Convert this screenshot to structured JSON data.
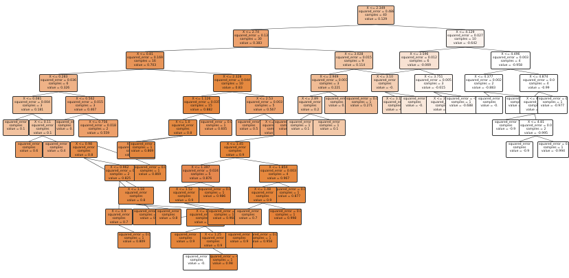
{
  "nodes": [
    {
      "id": "n1",
      "lines": [
        "X <= 2.349",
        "squared_error = 0.488",
        "samples = 40",
        "value = 0.129"
      ],
      "fill": "#f2c29f"
    },
    {
      "id": "n2",
      "lines": [
        "X <= 2.74",
        "squared_error = 0.13",
        "samples = 30",
        "value = 0.383"
      ],
      "fill": "#eda26e"
    },
    {
      "id": "n3",
      "lines": [
        "X <= 4.129",
        "squared_error = 0.027",
        "samples = 10",
        "value = -0.642"
      ],
      "fill": "#fbf3ee"
    },
    {
      "id": "n4",
      "lines": [
        "X <= 0.81",
        "squared_error = 0.169",
        "samples = 16",
        "value = 0.703"
      ],
      "fill": "#e89559"
    },
    {
      "id": "n5",
      "lines": [
        "X <= 3.028",
        "squared_error = 0.015",
        "samples = 9",
        "value = 0.114"
      ],
      "fill": "#f2c6a5"
    },
    {
      "id": "n6",
      "lines": [
        "X <= 3.596",
        "squared_error = 0.012",
        "samples = 6",
        "value = -0.069"
      ],
      "fill": "#f8e2d3"
    },
    {
      "id": "n7",
      "lines": [
        "X <= 4.496",
        "squared_error = 0.003",
        "samples = 4",
        "value = -0.958"
      ],
      "fill": "#ffffff"
    },
    {
      "id": "n8",
      "lines": [
        "X <= 0.283",
        "squared_error = 0.036",
        "samples = 6",
        "value = 0.326"
      ],
      "fill": "#efb287"
    },
    {
      "id": "n9",
      "lines": [
        "X <= 2.328",
        "squared_error = 0.044",
        "samples = 10",
        "value = 0.83"
      ],
      "fill": "#e5893f"
    },
    {
      "id": "n10",
      "lines": [
        "X <= 2.949",
        "squared_error = 0.003",
        "samples = 3",
        "value = 0.221"
      ],
      "fill": "#f0bc95"
    },
    {
      "id": "n11",
      "lines": [
        "X <= 3.10",
        "squared_error",
        "samples",
        "value = -0."
      ],
      "fill": "#f4d0b6"
    },
    {
      "id": "n12",
      "lines": [
        "X <= 3.751",
        "squared_error = 0.005",
        "samples = 3",
        "value = -0.615"
      ],
      "fill": "#fdf6f1"
    },
    {
      "id": "n13",
      "lines": [
        "X <= 4.377",
        "squared_error = 0.002",
        "samples = 2",
        "value = -0.883"
      ],
      "fill": "#ffffff"
    },
    {
      "id": "n14",
      "lines": [
        "X <= 4.874",
        "squared_error = 0.0",
        "samples = 4",
        "value = -0.99"
      ],
      "fill": "#ffffff"
    },
    {
      "id": "n15",
      "lines": [
        "X <= 0.081",
        "squared_error = 0.004",
        "samples = 3",
        "value = 0.181"
      ],
      "fill": "#f1bf98"
    },
    {
      "id": "n16",
      "lines": [
        "X <= 0.562",
        "squared_error = 0.015",
        "samples = 3",
        "value = 0.467"
      ],
      "fill": "#eea677"
    },
    {
      "id": "n17",
      "lines": [
        "X <= 1.126",
        "squared_error = 0.035",
        "samples = 15",
        "value = 0.882"
      ],
      "fill": "#e5863d"
    },
    {
      "id": "n18",
      "lines": [
        "X <= 2.53",
        "squared_error = 0.003",
        "samples = 5",
        "value = 0.567"
      ],
      "fill": "#eda26e"
    },
    {
      "id": "n19",
      "lines": [
        "X <= 2.89",
        "squared_error",
        "samples",
        "value = 0.2"
      ],
      "fill": "#f1c09c"
    },
    {
      "id": "n20",
      "lines": [
        "squared_error",
        "samples",
        "value = 0."
      ],
      "fill": "#f3c7a8"
    },
    {
      "id": "n21",
      "lines": [
        "squared_error = 0.0",
        "samples = 1",
        "value = 0.271"
      ],
      "fill": "#f0bc96"
    },
    {
      "id": "n22",
      "lines": [
        "X <= 3.17",
        "squared_error",
        "samples",
        "value = -0."
      ],
      "fill": "#f7dcc8"
    },
    {
      "id": "n23",
      "lines": [
        "squared_error",
        "samples",
        "value = -0."
      ],
      "fill": "#f9e8db"
    },
    {
      "id": "n24",
      "lines": [
        "X <= 3.88",
        "squared_error",
        "samples",
        "value = -0."
      ],
      "fill": "#fbf1ea"
    },
    {
      "id": "n25",
      "lines": [
        "squared_error = -0.0",
        "samples = 1",
        "value = -0.688"
      ],
      "fill": "#fefaf7"
    },
    {
      "id": "n26",
      "lines": [
        "squared_error",
        "samples",
        "value = -0."
      ],
      "fill": "#ffffff"
    },
    {
      "id": "n27",
      "lines": [
        "squared_error = 0.0",
        "samples = 1",
        "value = -0.877"
      ],
      "fill": "#ffffff"
    },
    {
      "id": "n28",
      "lines": [
        "X <= 4.65",
        "squared_error",
        "samples",
        "value = -0."
      ],
      "fill": "#ffffff"
    },
    {
      "id": "n29",
      "lines": [
        "squared_error = 0.0",
        "samples = 1",
        "value = -0.977"
      ],
      "fill": "#ffffff"
    },
    {
      "id": "n30",
      "lines": [
        "squared_error",
        "samples",
        "value = 0.1"
      ],
      "fill": "#f2c29f"
    },
    {
      "id": "n31",
      "lines": [
        "X <= 0.11",
        "squared_error",
        "samples",
        "value = 0.1"
      ],
      "fill": "#f2c5a3"
    },
    {
      "id": "n32",
      "lines": [
        "squared_error",
        "samples",
        "value = 0."
      ],
      "fill": "#f0b991"
    },
    {
      "id": "n33",
      "lines": [
        "X <= 0.756",
        "squared_error = 0.018",
        "samples = 2",
        "value = 0.559"
      ],
      "fill": "#eda06b"
    },
    {
      "id": "n34",
      "lines": [
        "X <= 1.0",
        "squared_error",
        "samples",
        "value = 0.8"
      ],
      "fill": "#e58a42"
    },
    {
      "id": "n35",
      "lines": [
        "squared_error = 0.0",
        "samples = 1",
        "value = 0.605"
      ],
      "fill": "#ec9b62"
    },
    {
      "id": "n36",
      "lines": [
        "squared_error",
        "samples",
        "value = 0.5"
      ],
      "fill": "#eea574"
    },
    {
      "id": "n37",
      "lines": [
        "X <= 2.38",
        "squared_error",
        "samples",
        "value = 0.5"
      ],
      "fill": "#eea574"
    },
    {
      "id": "n38",
      "lines": [
        "squared_error = 0.0",
        "samples = 1",
        "value = 0.522"
      ],
      "fill": "#eea574"
    },
    {
      "id": "n39",
      "lines": [
        "squared_error",
        "samples = 1",
        "value = 0.1"
      ],
      "fill": "#f3c9a9"
    },
    {
      "id": "n40",
      "lines": [
        "squared_error",
        "samples = 1",
        "value = 0.1"
      ],
      "fill": "#f3c9a9"
    },
    {
      "id": "n41",
      "lines": [
        "squared_error",
        "samples",
        "value = 0.6"
      ],
      "fill": "#eb9c62"
    },
    {
      "id": "n42",
      "lines": [
        "squared_error",
        "samples",
        "value = 0.4"
      ],
      "fill": "#efac80"
    },
    {
      "id": "n43",
      "lines": [
        "X <= 1.026",
        "squared_error = 0.017",
        "samples = 5",
        "value = 0.739"
      ],
      "fill": "#e89153"
    },
    {
      "id": "n44",
      "lines": [
        "squared_error = 0.0",
        "samples = 1",
        "value = 0.869"
      ],
      "fill": "#e5873e"
    },
    {
      "id": "n45",
      "lines": [
        "X <= 1.45",
        "squared_error",
        "samples",
        "value = 0.9"
      ],
      "fill": "#e58538"
    },
    {
      "id": "n46",
      "lines": [
        "X <= 0.98",
        "squared_error",
        "samples",
        "value = 0.8"
      ],
      "fill": "#e68c48"
    },
    {
      "id": "n47",
      "lines": [
        "squared_error = 0.0",
        "samples = 1",
        "value = 0.869"
      ],
      "fill": "#e5883f"
    },
    {
      "id": "n48",
      "lines": [
        "X <= 1.397",
        "squared_error = 0.024",
        "samples = 5",
        "value = 0.876"
      ],
      "fill": "#e6884e"
    },
    {
      "id": "n49",
      "lines": [
        "X <= 1.854",
        "squared_error = 0.003",
        "samples = 4",
        "value = 0.967"
      ],
      "fill": "#e6883e"
    },
    {
      "id": "n50",
      "lines": [
        "X <= 0.962",
        "squared_error = 0.0",
        "samples = 2",
        "value = 0.825"
      ],
      "fill": "#e68a45"
    },
    {
      "id": "n51",
      "lines": [
        "X <= 1.18",
        "squared_error",
        "samples",
        "value = 0.8"
      ],
      "fill": "#e68a45"
    },
    {
      "id": "n52",
      "lines": [
        "squared_error = 0.0",
        "samples = 1",
        "value = 0.986"
      ],
      "fill": "#e5833a"
    },
    {
      "id": "n53",
      "lines": [
        "X <= 1.52",
        "squared_error",
        "samples",
        "value = 0.9"
      ],
      "fill": "#e5863b"
    },
    {
      "id": "n54",
      "lines": [
        "squared_error = 0.0",
        "samples = 1",
        "value = 0.877"
      ],
      "fill": "#e5873d"
    },
    {
      "id": "n55",
      "lines": [
        "X <= 0.9",
        "squared_error",
        "samples",
        "value = 0.7"
      ],
      "fill": "#e79051"
    },
    {
      "id": "n56",
      "lines": [
        "squared_error = 0.0",
        "samples = 1",
        "value = 0.8"
      ],
      "fill": "#e68b47"
    },
    {
      "id": "n57",
      "lines": [
        "squared_error",
        "samples",
        "value = 0.8"
      ],
      "fill": "#e68b47"
    },
    {
      "id": "n58",
      "lines": [
        "X <= 1.299",
        "squared_error = 0.0",
        "samples = 2",
        "value = 0.968"
      ],
      "fill": "#e5853a"
    },
    {
      "id": "n59",
      "lines": [
        "squared_error = 0.0",
        "samples = 1",
        "value = 0.968"
      ],
      "fill": "#e5843a"
    },
    {
      "id": "n60",
      "lines": [
        "X <= 1.48",
        "squared_error",
        "samples",
        "value = 0.9"
      ],
      "fill": "#e5853a"
    },
    {
      "id": "n61",
      "lines": [
        "squared_error = 0.0",
        "samples = 1",
        "value = 0.998"
      ],
      "fill": "#e58139"
    },
    {
      "id": "n62",
      "lines": [
        "squared_error",
        "samples",
        "value = 0.7"
      ],
      "fill": "#e79151"
    },
    {
      "id": "n63",
      "lines": [
        "squared_error = 0.0",
        "samples = 1",
        "value = 0.809"
      ],
      "fill": "#e68b46"
    },
    {
      "id": "n64",
      "lines": [
        "X <= 1.25",
        "squared_error",
        "samples",
        "value = 0.9"
      ],
      "fill": "#e5853a"
    },
    {
      "id": "n65",
      "lines": [
        "squared_error",
        "samples",
        "value = 0.9"
      ],
      "fill": "#e5853a"
    },
    {
      "id": "n66",
      "lines": [
        "squared_error = 0.0",
        "samples = 1",
        "value = 0.958"
      ],
      "fill": "#e5853a"
    },
    {
      "id": "n67",
      "lines": [
        "squared_error",
        "samples",
        "value = 0.9"
      ],
      "fill": "#e5853a"
    },
    {
      "id": "n68",
      "lines": [
        "squared_error = -0.0",
        "samples = 1",
        "value = 0.98"
      ],
      "fill": "#e58439"
    },
    {
      "id": "n69",
      "lines": [
        "X <= 4.81",
        "squared_error = 0.0",
        "samples = 2",
        "value = -0.995"
      ],
      "fill": "#ffffff"
    },
    {
      "id": "n70",
      "lines": [
        "squared_error",
        "samples",
        "value = -0.9"
      ],
      "fill": "#ffffff"
    },
    {
      "id": "n71",
      "lines": [
        "squared_error = 0.0",
        "samples = 1",
        "value = -0.994"
      ],
      "fill": "#ffffff"
    },
    {
      "id": "n72",
      "lines": [
        "squared_error",
        "samples",
        "value = -0.9"
      ],
      "fill": "#ffffff"
    },
    {
      "id": "n73",
      "lines": [
        "squared_error",
        "samples",
        "value = -0."
      ],
      "fill": "#ffffff"
    }
  ],
  "edges": [
    [
      "n1",
      "n2"
    ],
    [
      "n1",
      "n3"
    ],
    [
      "n2",
      "n4"
    ],
    [
      "n2",
      "n5"
    ],
    [
      "n3",
      "n6"
    ],
    [
      "n3",
      "n7"
    ],
    [
      "n4",
      "n8"
    ],
    [
      "n4",
      "n9"
    ],
    [
      "n5",
      "n10"
    ],
    [
      "n5",
      "n11"
    ],
    [
      "n6",
      "n11"
    ],
    [
      "n6",
      "n12"
    ],
    [
      "n7",
      "n13"
    ],
    [
      "n7",
      "n14"
    ],
    [
      "n8",
      "n15"
    ],
    [
      "n8",
      "n16"
    ],
    [
      "n9",
      "n17"
    ],
    [
      "n9",
      "n18"
    ],
    [
      "n10",
      "n19"
    ],
    [
      "n10",
      "n20"
    ],
    [
      "n11",
      "n22"
    ],
    [
      "n11",
      "n23"
    ],
    [
      "n12",
      "n24"
    ],
    [
      "n12",
      "n25"
    ],
    [
      "n13",
      "n26"
    ],
    [
      "n13",
      "n27"
    ],
    [
      "n14",
      "n28"
    ],
    [
      "n14",
      "n29"
    ],
    [
      "n15",
      "n30"
    ],
    [
      "n15",
      "n31"
    ],
    [
      "n16",
      "n33"
    ],
    [
      "n16",
      "n32"
    ],
    [
      "n17",
      "n34"
    ],
    [
      "n17",
      "n35"
    ],
    [
      "n18",
      "n36"
    ],
    [
      "n18",
      "n37"
    ],
    [
      "n19",
      "n39"
    ],
    [
      "n19",
      "n40"
    ],
    [
      "n31",
      "n41"
    ],
    [
      "n31",
      "n42"
    ],
    [
      "n34",
      "n43"
    ],
    [
      "n34",
      "n44"
    ],
    [
      "n37",
      "n45"
    ],
    [
      "n37",
      "n38"
    ],
    [
      "n43",
      "n46"
    ],
    [
      "n43",
      "n47"
    ],
    [
      "n45",
      "n48"
    ],
    [
      "n45",
      "n49"
    ],
    [
      "n46",
      "n50"
    ],
    [
      "n46",
      "n51"
    ],
    [
      "n48",
      "n52"
    ],
    [
      "n48",
      "n53"
    ],
    [
      "n49",
      "n54"
    ],
    [
      "n49",
      "n60"
    ],
    [
      "n50",
      "n55"
    ],
    [
      "n50",
      "n56"
    ],
    [
      "n51",
      "n57"
    ],
    [
      "n51",
      "n58"
    ],
    [
      "n53",
      "n59"
    ],
    [
      "n53",
      "n58"
    ],
    [
      "n60",
      "n61"
    ],
    [
      "n60",
      "n62"
    ],
    [
      "n55",
      "n63"
    ],
    [
      "n55",
      "n62"
    ],
    [
      "n58",
      "n64"
    ],
    [
      "n58",
      "n65"
    ],
    [
      "n64",
      "n66"
    ],
    [
      "n64",
      "n68"
    ],
    [
      "n28",
      "n69"
    ],
    [
      "n28",
      "n70"
    ],
    [
      "n69",
      "n71"
    ],
    [
      "n69",
      "n72"
    ]
  ]
}
